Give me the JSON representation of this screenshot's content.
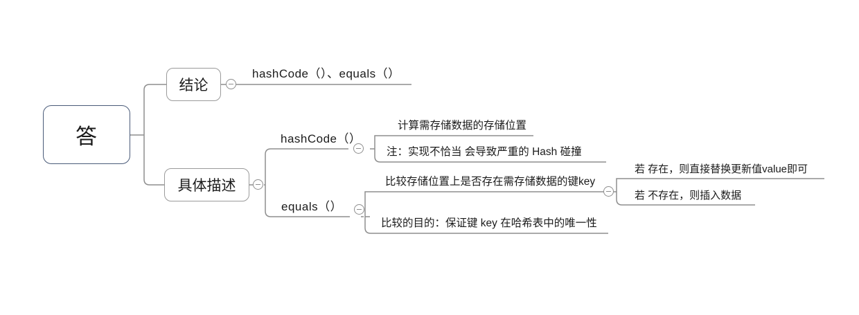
{
  "diagram": {
    "type": "mind-map",
    "title_node": "答",
    "background": "#ffffff",
    "root_border_color": "#495a78",
    "node_border_color": "#9a9a9a",
    "line_color": "#8e8e8e",
    "text_color": "#1b1b1b"
  },
  "nodes": {
    "root": {
      "label": "答"
    },
    "branch_conclusion": {
      "label": "结论"
    },
    "branch_detail": {
      "label": "具体描述"
    },
    "conclusion_leaf": {
      "label": "hashCode（）、equals（）"
    },
    "hashcode": {
      "label": "hashCode（）"
    },
    "hashcode_child_1": {
      "label": "计算需存储数据的存储位置"
    },
    "hashcode_child_2": {
      "label": "注：实现不恰当 会导致严重的 Hash 碰撞"
    },
    "equals": {
      "label": "equals（）"
    },
    "equals_child_1": {
      "label": "比较存储位置上是否存在需存储数据的键key"
    },
    "equals_child_2": {
      "label": "比较的目的：保证键 key 在哈希表中的唯一性"
    },
    "exists_yes": {
      "label": "若 存在，则直接替换更新值value即可"
    },
    "exists_no": {
      "label": "若 不存在，则插入数据"
    }
  },
  "toggles": {
    "conclusion": "collapse-minus",
    "detail": "collapse-minus",
    "hashcode": "collapse-minus",
    "equals": "collapse-minus",
    "equals_child_1": "collapse-minus"
  }
}
